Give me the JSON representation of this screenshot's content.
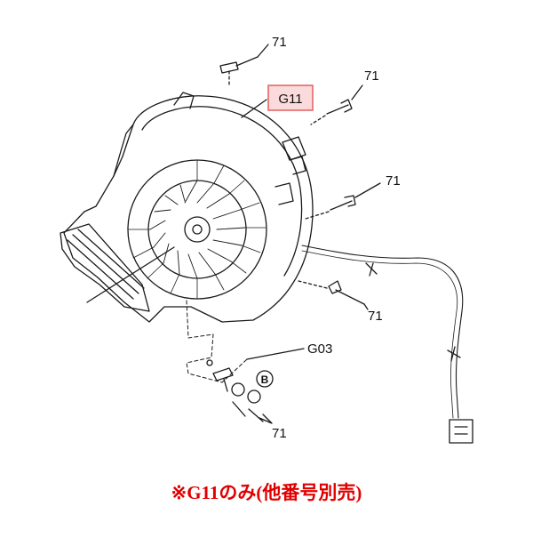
{
  "labels": {
    "screw_top": "71",
    "screw_upper_right": "71",
    "screw_right": "71",
    "screw_lower_right": "71",
    "screw_bottom": "71",
    "part_highlight": "G11",
    "part_bracket": "G03",
    "detail_marker": "B"
  },
  "caption": "※G11のみ(他番号別売)",
  "colors": {
    "highlight_border": "#e06060",
    "highlight_fill": "#fadada",
    "caption": "#e00000",
    "line": "#1a1a1a"
  }
}
